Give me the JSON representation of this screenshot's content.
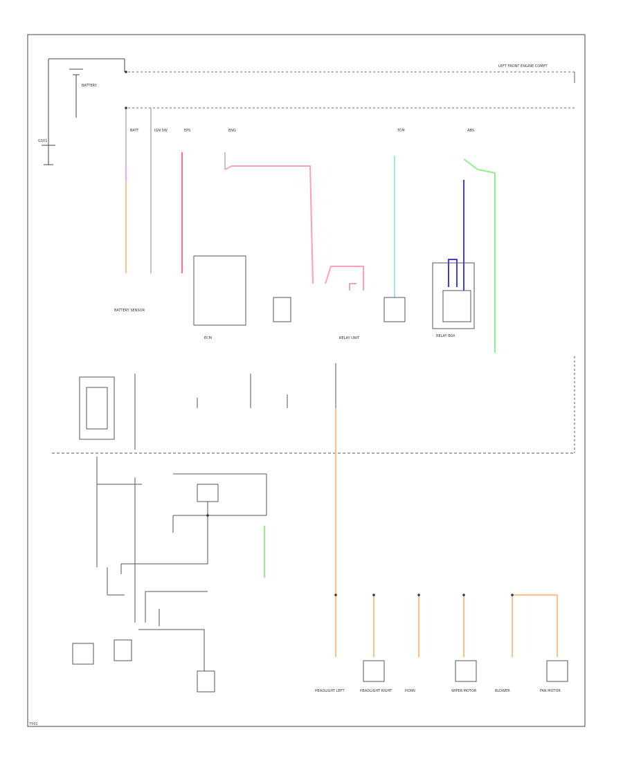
{
  "wire_colors": {
    "pink": "#ff9fb0",
    "orange": "#ffc08a",
    "cyan": "#9fe7e7",
    "blue": "#3b3bff",
    "green": "#8fef8f",
    "black": "#333333",
    "violet": "#e7a7ff"
  },
  "top_labels": {
    "fuse_box": "LEFT FRONT ENGINE COMPT",
    "battery": "BATTERY",
    "ground": "G101"
  },
  "fuse_labels": [
    "BATT",
    "IGN SW",
    "EPS",
    "ENG",
    "TCM",
    "ABS"
  ],
  "mid_components": [
    {
      "label": "BATTERY SENSOR"
    },
    {
      "label": "ECM"
    },
    {
      "label": "RELAY BOX"
    },
    {
      "label": "RELAY UNIT"
    }
  ],
  "bottom_components": [
    {
      "label": "HEADLIGHT LEFT"
    },
    {
      "label": "HEADLIGHT RIGHT"
    },
    {
      "label": "HORN"
    },
    {
      "label": "WIPER MOTOR"
    },
    {
      "label": "BLOWER"
    },
    {
      "label": "FAN MOTOR"
    }
  ],
  "footer_code": "7Y01"
}
